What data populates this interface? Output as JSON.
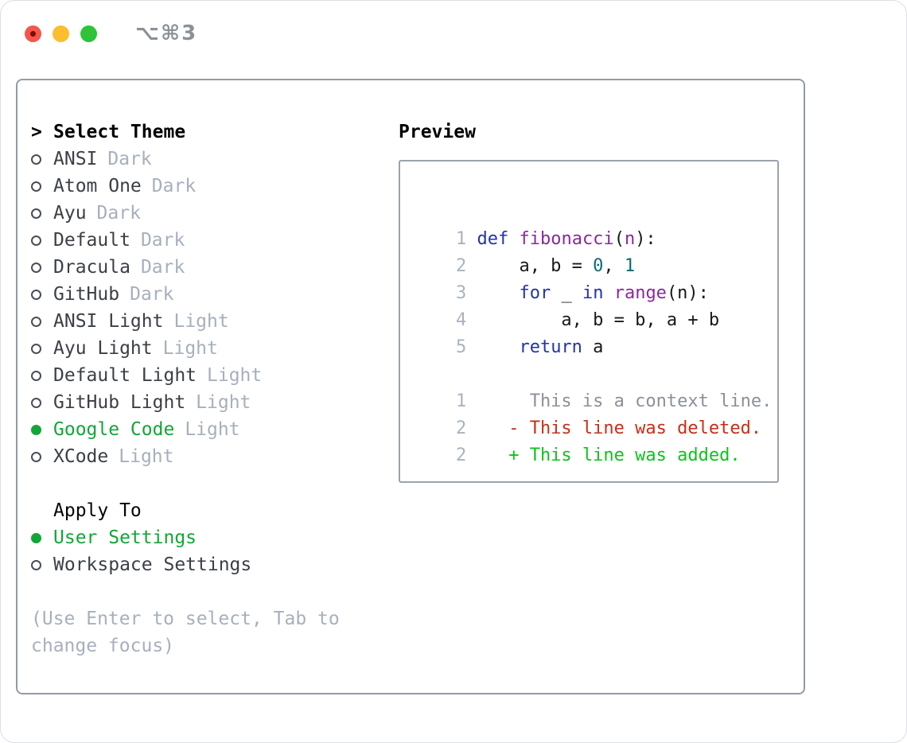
{
  "window": {
    "title": "⌥⌘3"
  },
  "select_theme": {
    "header_prefix": ">",
    "header": "Select Theme",
    "items": [
      {
        "name": "ANSI",
        "tag": "Dark",
        "selected": false
      },
      {
        "name": "Atom One",
        "tag": "Dark",
        "selected": false
      },
      {
        "name": "Ayu",
        "tag": "Dark",
        "selected": false
      },
      {
        "name": "Default",
        "tag": "Dark",
        "selected": false
      },
      {
        "name": "Dracula",
        "tag": "Dark",
        "selected": false
      },
      {
        "name": "GitHub",
        "tag": "Dark",
        "selected": false
      },
      {
        "name": "ANSI Light",
        "tag": "Light",
        "selected": false
      },
      {
        "name": "Ayu Light",
        "tag": "Light",
        "selected": false
      },
      {
        "name": "Default Light",
        "tag": "Light",
        "selected": false
      },
      {
        "name": "GitHub Light",
        "tag": "Light",
        "selected": false
      },
      {
        "name": "Google Code",
        "tag": "Light",
        "selected": true
      },
      {
        "name": "XCode",
        "tag": "Light",
        "selected": false
      }
    ]
  },
  "apply_to": {
    "header": "Apply To",
    "items": [
      {
        "name": "User Settings",
        "selected": true
      },
      {
        "name": "Workspace Settings",
        "selected": false
      }
    ]
  },
  "help_text": "(Use Enter to select, Tab to change focus)",
  "preview": {
    "label": "Preview",
    "code_lines": [
      {
        "num": "1",
        "tokens": [
          {
            "t": "def",
            "c": "kw"
          },
          {
            "t": " ",
            "c": "pl"
          },
          {
            "t": "fibonacci",
            "c": "fn"
          },
          {
            "t": "(",
            "c": "pl"
          },
          {
            "t": "n",
            "c": "fn"
          },
          {
            "t": "):",
            "c": "pl"
          }
        ]
      },
      {
        "num": "2",
        "tokens": [
          {
            "t": "    a, b = ",
            "c": "pl"
          },
          {
            "t": "0",
            "c": "nu"
          },
          {
            "t": ", ",
            "c": "pl"
          },
          {
            "t": "1",
            "c": "nu"
          }
        ]
      },
      {
        "num": "3",
        "tokens": [
          {
            "t": "    ",
            "c": "pl"
          },
          {
            "t": "for",
            "c": "kw"
          },
          {
            "t": " _ ",
            "c": "pl"
          },
          {
            "t": "in",
            "c": "kw"
          },
          {
            "t": " ",
            "c": "pl"
          },
          {
            "t": "range",
            "c": "fn"
          },
          {
            "t": "(n):",
            "c": "pl"
          }
        ]
      },
      {
        "num": "4",
        "tokens": [
          {
            "t": "        a, b = b, a + b",
            "c": "pl"
          }
        ]
      },
      {
        "num": "5",
        "tokens": [
          {
            "t": "    ",
            "c": "pl"
          },
          {
            "t": "return",
            "c": "kw"
          },
          {
            "t": " a",
            "c": "pl"
          }
        ]
      }
    ],
    "diff_lines": [
      {
        "num": "1",
        "text": "     This is a context line.",
        "kind": "context"
      },
      {
        "num": "2",
        "text": "   - This line was deleted.",
        "kind": "deleted"
      },
      {
        "num": "2",
        "text": "   + This line was added.",
        "kind": "added"
      }
    ]
  },
  "colors": {
    "accent_green": "#12a637",
    "keyword_blue": "#2134ae",
    "function_purple": "#8b28a0",
    "number_teal": "#0c6e6e",
    "deleted_red": "#ca2e18",
    "added_green": "#0bc41b",
    "muted_gray": "#a6b0bd",
    "border_gray": "#929ca8",
    "traffic_red": "#f4564c",
    "traffic_yellow": "#fcbd2f",
    "traffic_green": "#2fc33a"
  }
}
